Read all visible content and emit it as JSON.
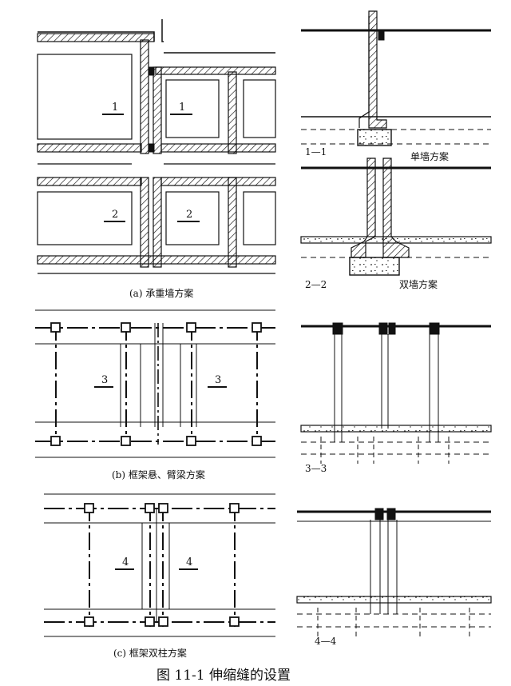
{
  "labels": {
    "a": {
      "one_left": "1",
      "one_right": "1",
      "two_left": "2",
      "two_right": "2"
    },
    "b": {
      "left": "3",
      "right": "3"
    },
    "c": {
      "left": "4",
      "right": "4"
    }
  },
  "sections": {
    "s11": "1—1",
    "s22": "2—2",
    "s33": "3—3",
    "s44": "4—4",
    "single_wall": "单墙方案",
    "double_wall": "双墙方案"
  },
  "captions": {
    "a": "(a) 承重墙方案",
    "b": "(b) 框架悬、臂梁方案",
    "c": "(c) 框架双柱方案"
  },
  "figure_title": "图 11-1    伸缩缝的设置"
}
